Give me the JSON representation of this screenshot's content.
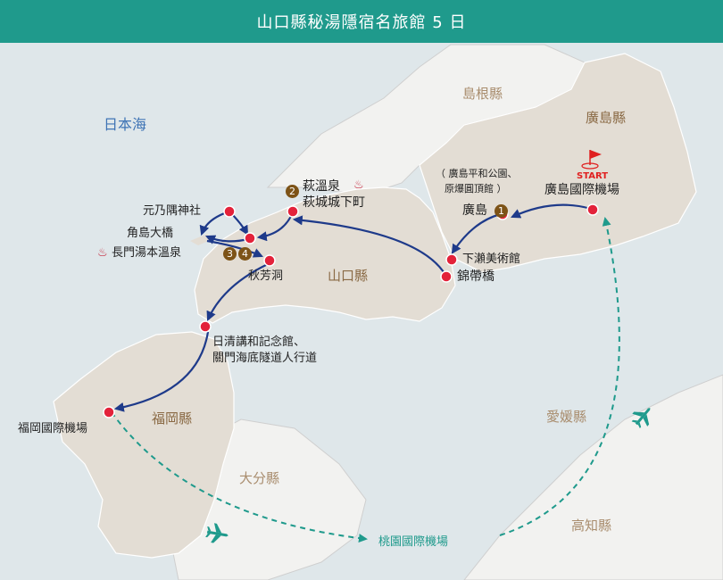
{
  "header": {
    "title": "山口縣秘湯隱宿名旅館 5 日"
  },
  "colors": {
    "sea": "#dfe7ea",
    "land_main": "#e3ddd4",
    "land_other": "#f2f2f0",
    "route": "#1e3a8a",
    "flight": "#1f9a8c",
    "marker": "#e3223a",
    "badge": "#7d5317",
    "header": "#1f9a8c"
  },
  "regions": {
    "shimane": "島根縣",
    "hiroshima": "廣島縣",
    "yamaguchi": "山口縣",
    "fukuoka": "福岡縣",
    "oita": "大分縣",
    "ehime": "愛媛縣",
    "kochi": "高知縣"
  },
  "sea": {
    "japan_sea": "日本海"
  },
  "stops": {
    "motonosumi": "元乃隅神社",
    "tsunoshima": "角島大橋",
    "nagato_onsen": "長門湯本溫泉",
    "hagi_onsen": "萩溫泉",
    "hagi_castle": "萩城城下町",
    "akiyoshido": "秋芳洞",
    "hiroshima_note_1": "（ 廣島平和公園、",
    "hiroshima_note_2": "原爆圓頂館 ）",
    "hiroshima_city": "廣島",
    "hiroshima_airport": "廣島國際機場",
    "shimose": "下瀨美術館",
    "kintaikyo": "錦帶橋",
    "nisshin_1": "日清講和記念館、",
    "nisshin_2": "關門海底隧道人行道",
    "fukuoka_airport": "福岡國際機場",
    "taoyuan": "桃園國際機場"
  },
  "badges": {
    "b1": "1",
    "b2": "2",
    "b3": "3",
    "b4": "4"
  },
  "start": "START",
  "icons": [
    "onsen-icon",
    "airplane-icon",
    "start-flag-icon",
    "location-marker-icon"
  ]
}
